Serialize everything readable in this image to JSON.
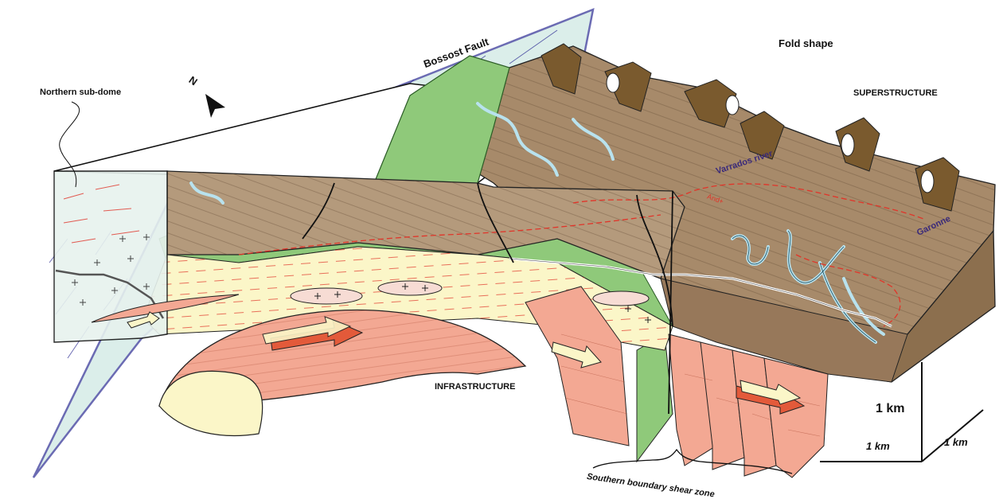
{
  "labels": {
    "bossost_fault": "Bossost Fault",
    "fold_shape": "Fold shape",
    "northern_sub_dome": "Northern sub-dome",
    "north": "N",
    "superstructure": "SUPERSTRUCTURE",
    "varrados_river": "Varrados river",
    "and_plus": "And+",
    "garonne": "Garonne",
    "infrastructure": "INFRASTRUCTURE",
    "southern_shear_zone": "Southern boundary shear zone"
  },
  "scale_bar": {
    "vertical": "1 km",
    "horizontal_left": "1 km",
    "horizontal_right": "1 km"
  },
  "colors": {
    "superstructure_brown": "#a78a6a",
    "fold_dark": "#7a5a2e",
    "green_unit": "#8fc97a",
    "cream_unit": "#fbf6c8",
    "pink_gneiss": "#f3a893",
    "fault_plane": "#cfe9e3",
    "fault_outline": "#3a3a9a",
    "river": "#b8e2ee",
    "red_lines": "#e0352a",
    "kinematic_arrow": "#e35a3a"
  }
}
